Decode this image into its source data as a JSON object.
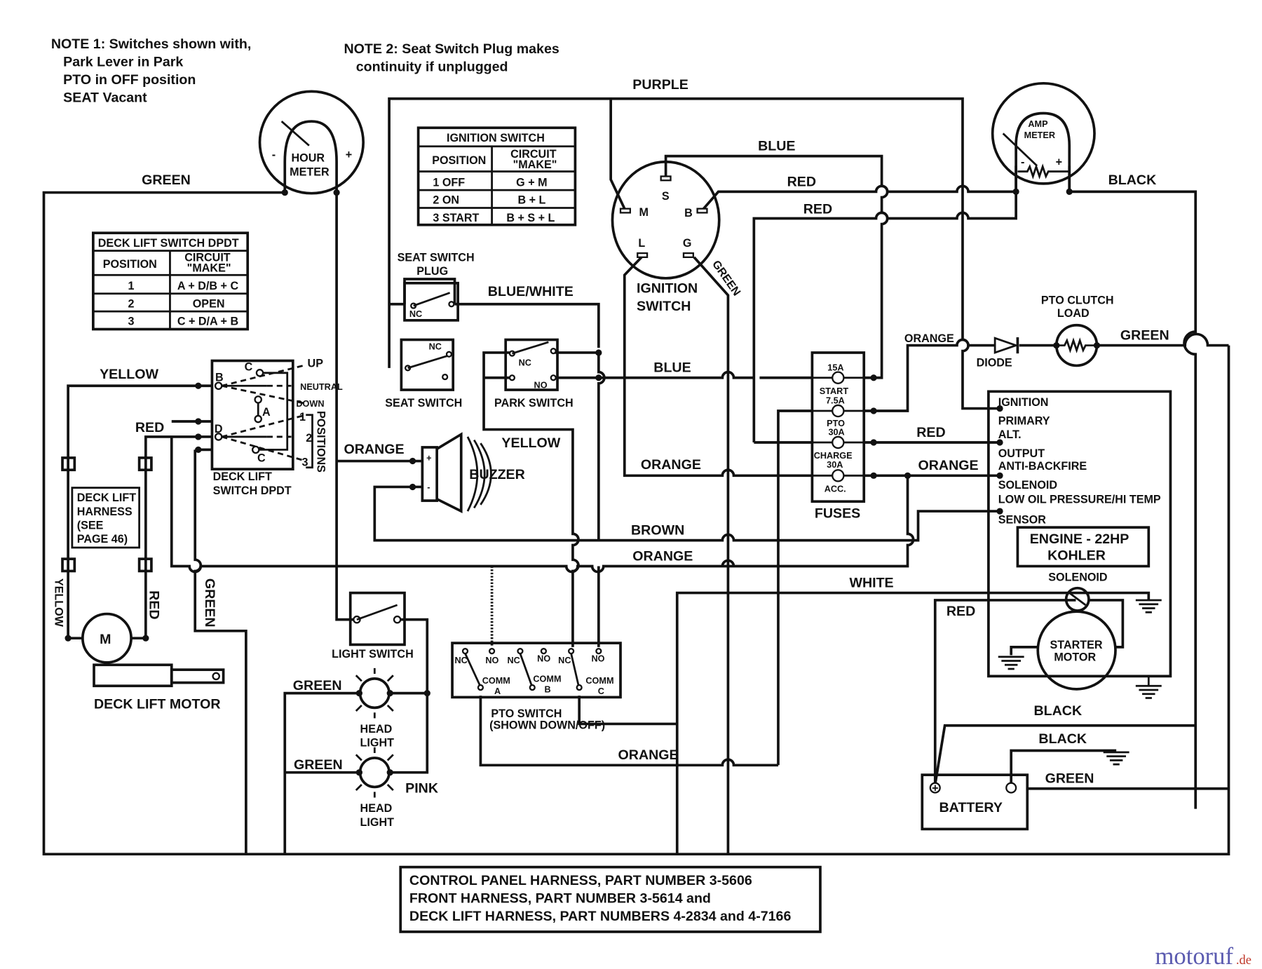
{
  "notes": {
    "note1": [
      "NOTE 1: Switches shown with,",
      "Park Lever in Park",
      "PTO in OFF position",
      "SEAT Vacant"
    ],
    "note2": [
      "NOTE 2: Seat Switch Plug makes",
      "continuity if unplugged"
    ]
  },
  "ignition_table": {
    "title": "IGNITION SWITCH",
    "headers": [
      "POSITION",
      "CIRCUIT",
      "\"MAKE\""
    ],
    "rows": [
      [
        "1  OFF",
        "G + M"
      ],
      [
        "2  ON",
        "B + L"
      ],
      [
        "3  START",
        "B + S + L"
      ]
    ]
  },
  "deck_table": {
    "title": "DECK LIFT SWITCH DPDT",
    "headers": [
      "POSITION",
      "CIRCUIT",
      "\"MAKE\""
    ],
    "rows": [
      [
        "1",
        "A + D/B + C"
      ],
      [
        "2",
        "OPEN"
      ],
      [
        "3",
        "C + D/A + B"
      ]
    ]
  },
  "wires": {
    "green_top": "GREEN",
    "purple": "PURPLE",
    "blue_top": "BLUE",
    "red_1": "RED",
    "red_2": "RED",
    "black_top": "BLACK",
    "blue_white": "BLUE/WHITE",
    "orange_diode": "ORANGE",
    "green_pto": "GREEN",
    "blue_mid": "BLUE",
    "yellow_left": "YELLOW",
    "red_left": "RED",
    "orange_buzzer": "ORANGE",
    "yellow_mid": "YELLOW",
    "orange_mid": "ORANGE",
    "red_alt": "RED",
    "orange_acc": "ORANGE",
    "brown": "BROWN",
    "orange_low": "ORANGE",
    "white": "WHITE",
    "red_starter": "RED",
    "green_head1": "GREEN",
    "black_batt1": "BLACK",
    "black_batt2": "BLACK",
    "green_head2": "GREEN",
    "pink": "PINK",
    "green_batt": "GREEN",
    "orange_pto": "ORANGE",
    "green_vert": "GREEN",
    "yellow_vert": "YELLOW",
    "red_vert": "RED",
    "green_ign": "GREEN"
  },
  "components": {
    "hour_meter": [
      "HOUR",
      "METER"
    ],
    "hour_minus": "-",
    "hour_plus": "+",
    "amp_meter": [
      "AMP",
      "METER"
    ],
    "amp_minus": "-",
    "amp_plus": "+",
    "ign_terminals": {
      "s": "S",
      "m": "M",
      "b": "B",
      "l": "L",
      "g": "G"
    },
    "ignition_switch": [
      "IGNITION",
      "SWITCH"
    ],
    "seat_switch_plug": [
      "SEAT SWITCH",
      "PLUG"
    ],
    "seat_switch": "SEAT SWITCH",
    "park_switch": "PARK SWITCH",
    "nc": "NC",
    "no": "NO",
    "diode": "DIODE",
    "pto_clutch": [
      "PTO CLUTCH",
      "LOAD"
    ],
    "fuses": "FUSES",
    "fuse_labels": [
      "15A",
      "START",
      "7.5A",
      "PTO",
      "30A",
      "CHARGE",
      "30A",
      "ACC."
    ],
    "engine_terminals": [
      "IGNITION",
      "PRIMARY",
      "ALT.",
      "OUTPUT",
      "ANTI-BACKFIRE",
      "SOLENOID",
      "LOW OIL PRESSURE/HI TEMP",
      "SENSOR"
    ],
    "engine": [
      "ENGINE - 22HP",
      "KOHLER"
    ],
    "solenoid": "SOLENOID",
    "starter_motor": [
      "STARTER",
      "MOTOR"
    ],
    "battery": "BATTERY",
    "buzzer": "BUZZER",
    "buzzer_plus": "+",
    "buzzer_minus": "-",
    "deck_switch": [
      "DECK LIFT",
      "SWITCH DPDT"
    ],
    "deck_positions": {
      "up": "UP",
      "neutral": "NEUTRAL",
      "down": "DOWN",
      "p1": "1",
      "p2": "2",
      "p3": "3",
      "positions": "POSITIONS"
    },
    "deck_terminals": {
      "b": "B",
      "c1": "C",
      "a": "A",
      "d": "D",
      "c2": "C"
    },
    "deck_harness": [
      "DECK LIFT",
      "HARNESS",
      "(SEE",
      "PAGE 46)"
    ],
    "motor_m": "M",
    "deck_motor": "DECK LIFT MOTOR",
    "light_switch": "LIGHT SWITCH",
    "head_light": [
      "HEAD",
      "LIGHT"
    ],
    "pto_switch": [
      "PTO SWITCH",
      "(SHOWN DOWN/OFF)"
    ],
    "pto_terminals": {
      "comm": "COMM",
      "a": "A",
      "b": "B",
      "c": "C"
    }
  },
  "footer": [
    "CONTROL PANEL HARNESS, PART NUMBER 3-5606",
    "FRONT HARNESS, PART NUMBER 3-5614 and",
    "DECK LIFT HARNESS, PART NUMBERS 4-2834 and 4-7166"
  ],
  "watermark": {
    "main": "motoruf",
    "suffix": ".de"
  }
}
